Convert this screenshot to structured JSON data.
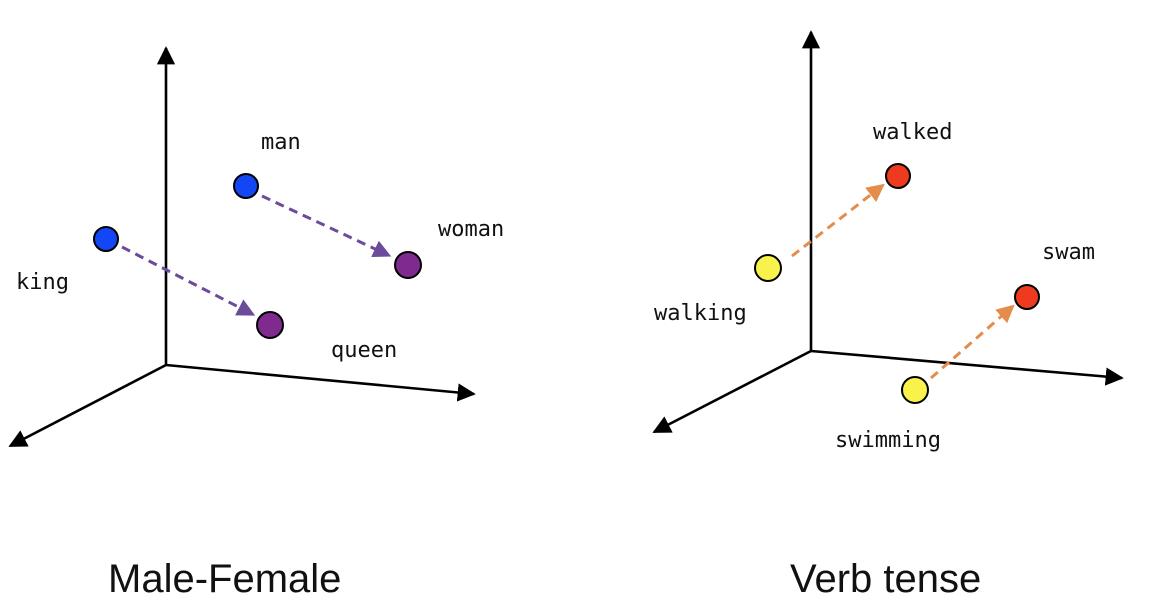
{
  "colors": {
    "axis": "#000000",
    "male": "#1347f5",
    "female": "#7e2a8e",
    "present": "#f8f24a",
    "past": "#ee3a1e",
    "gender_arrow": "#6b4b9a",
    "tense_arrow": "#e48c4b"
  },
  "panels": [
    {
      "caption": "Male-Female",
      "words": [
        {
          "label": "man",
          "role": "male"
        },
        {
          "label": "woman",
          "role": "female"
        },
        {
          "label": "king",
          "role": "male"
        },
        {
          "label": "queen",
          "role": "female"
        }
      ],
      "relations": [
        {
          "from": "man",
          "to": "woman"
        },
        {
          "from": "king",
          "to": "queen"
        }
      ]
    },
    {
      "caption": "Verb tense",
      "words": [
        {
          "label": "walked",
          "role": "past"
        },
        {
          "label": "walking",
          "role": "present"
        },
        {
          "label": "swam",
          "role": "past"
        },
        {
          "label": "swimming",
          "role": "present"
        }
      ],
      "relations": [
        {
          "from": "walking",
          "to": "walked"
        },
        {
          "from": "swimming",
          "to": "swam"
        }
      ]
    }
  ]
}
